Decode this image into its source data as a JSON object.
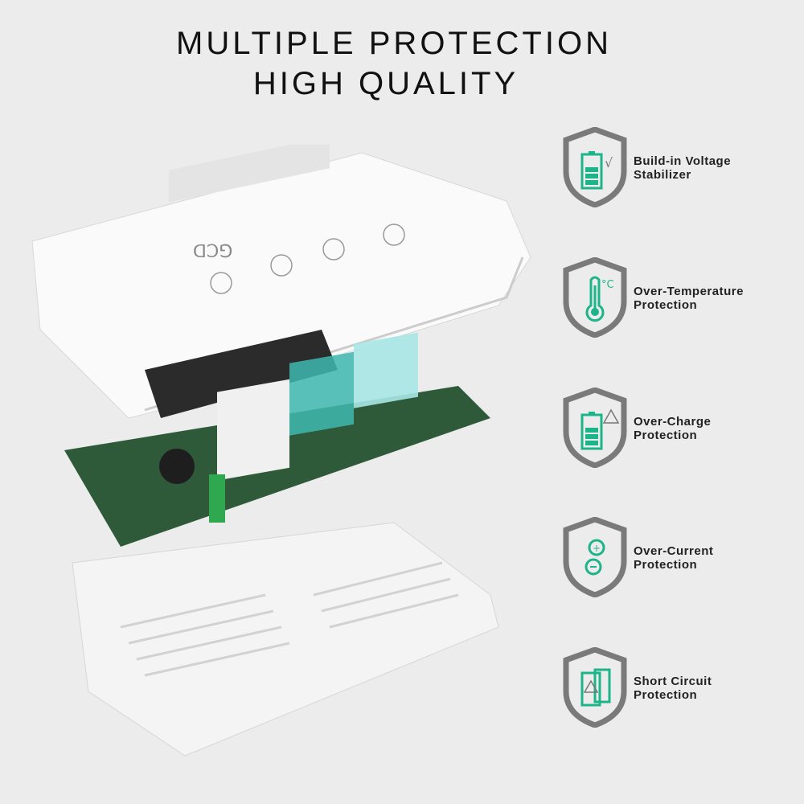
{
  "header": {
    "line1": "MULTIPLE PROTECTION",
    "line2": "HIGH QUALITY"
  },
  "accent_color": "#1eb48a",
  "shield_color": "#7a7a7a",
  "features": [
    {
      "icon": "battery-voltage-icon",
      "line1": "Build-in Voltage",
      "line2": "Stabilizer"
    },
    {
      "icon": "thermometer-icon",
      "line1": "Over-Temperature",
      "line2": "Protection"
    },
    {
      "icon": "battery-warning-icon",
      "line1": "Over-Charge",
      "line2": "Protection"
    },
    {
      "icon": "current-icon",
      "line1": "Over-Current",
      "line2": "Protection"
    },
    {
      "icon": "short-circuit-icon",
      "line1": "Short Circuit",
      "line2": "Protection"
    }
  ]
}
